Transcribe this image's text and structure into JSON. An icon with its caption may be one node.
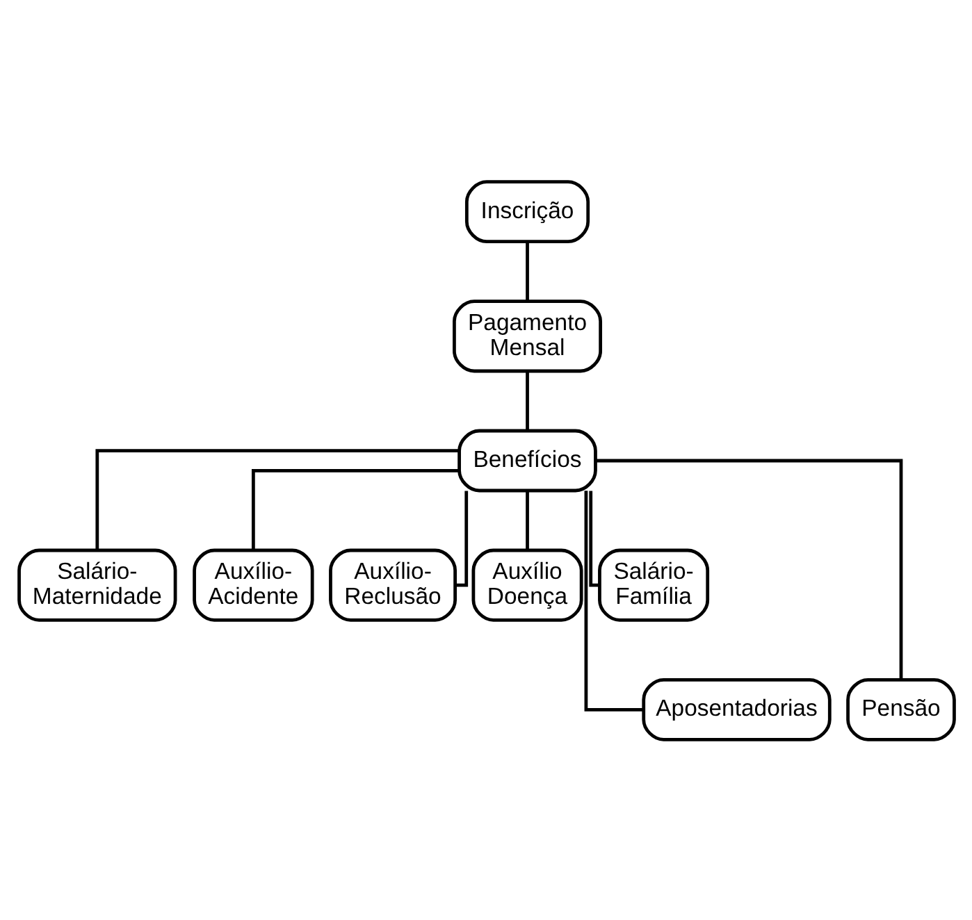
{
  "diagram": {
    "nodes": [
      {
        "text": [
          "Inscrição"
        ]
      },
      {
        "text": [
          "Pagamento Mensal"
        ]
      },
      {
        "text": [
          "Benefícios"
        ]
      },
      {
        "text": [
          "Salário-Maternidade"
        ]
      },
      {
        "text": [
          "Auxílio-Acidente"
        ]
      },
      {
        "text": [
          "Auxílio-Reclusão"
        ]
      },
      {
        "text": [
          "Auxílio Doença"
        ]
      },
      {
        "text": [
          "Salário-Família"
        ]
      },
      {
        "text": [
          "Aposentadorias"
        ]
      },
      {
        "text": [
          "Pensão"
        ]
      }
    ],
    "edges": [
      {
        "from": 0,
        "to": 1,
        "arrow": "none"
      },
      {
        "from": 1,
        "to": 2,
        "arrow": "none"
      },
      {
        "from": 2,
        "to": 3,
        "arrow": "none"
      },
      {
        "from": 2,
        "to": 4,
        "arrow": "none"
      },
      {
        "from": 2,
        "to": 5,
        "arrow": "none"
      },
      {
        "from": 2,
        "to": 6,
        "arrow": "none"
      },
      {
        "from": 2,
        "to": 7,
        "arrow": "none"
      },
      {
        "from": 2,
        "to": 8,
        "arrow": "none"
      },
      {
        "from": 2,
        "to": 9,
        "arrow": "none"
      }
    ]
  }
}
